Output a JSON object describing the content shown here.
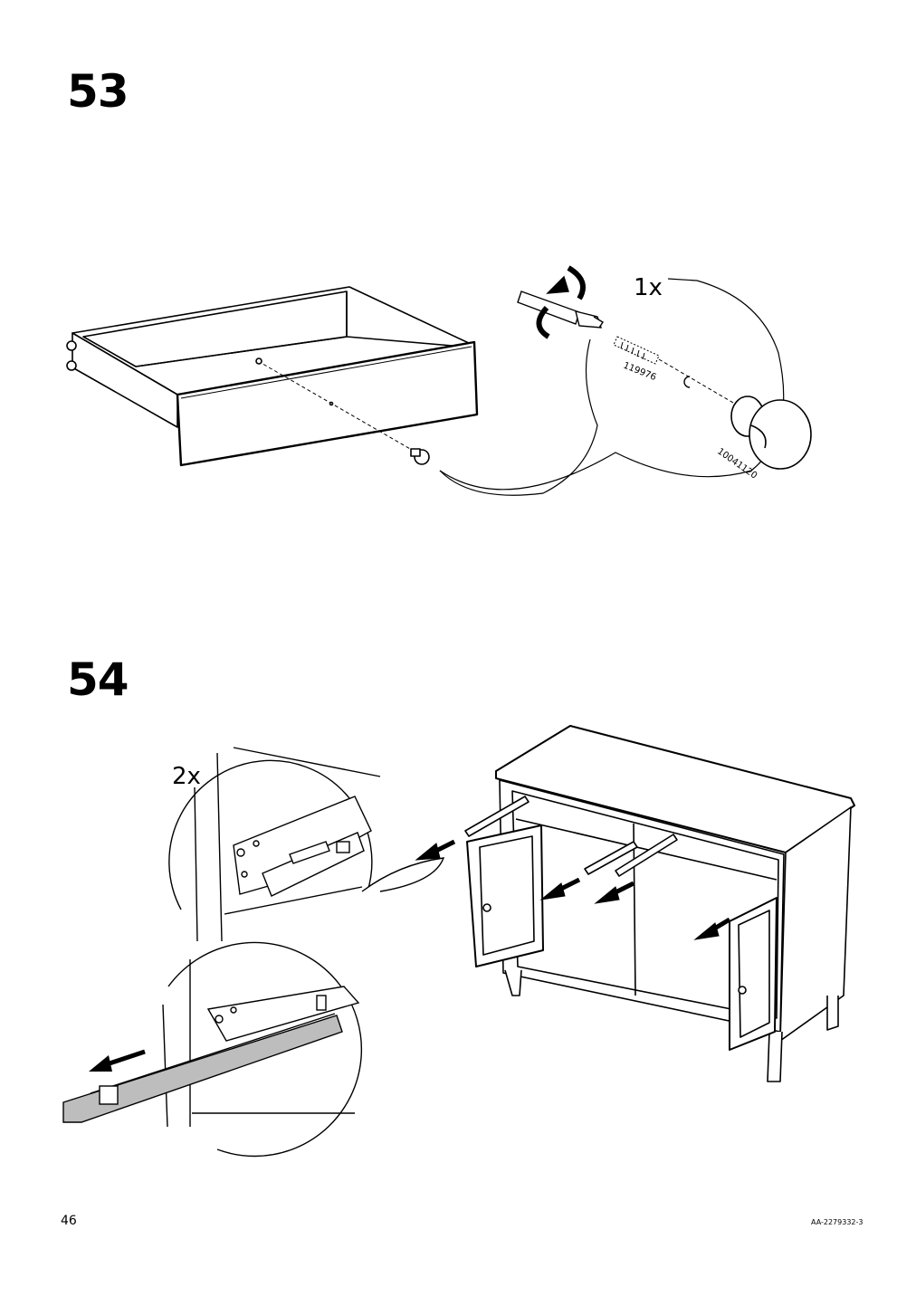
{
  "steps": [
    {
      "number": "53",
      "quantity": "1x",
      "parts": [
        "119976",
        "10041120"
      ]
    },
    {
      "number": "54",
      "quantity": "2x"
    }
  ],
  "footer": {
    "page_number": "46",
    "document_code": "AA-2279332-3"
  }
}
